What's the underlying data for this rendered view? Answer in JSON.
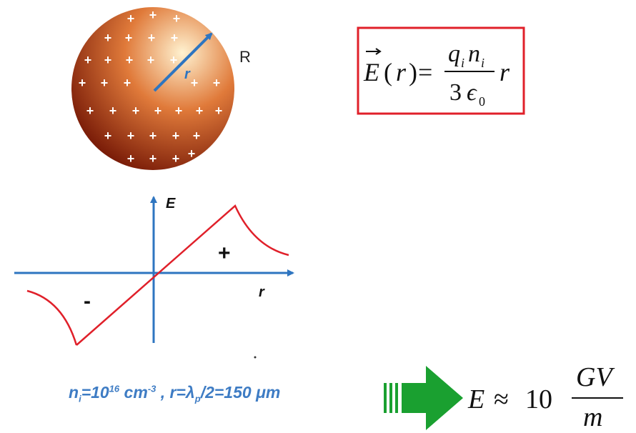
{
  "sphere": {
    "radius_label": "R",
    "radial_label": "r",
    "charge_symbol": "+",
    "gradient": {
      "highlight": "#fff2d0",
      "mid": "#e07a3a",
      "dark": "#7a1c08"
    },
    "arrow_color": "#2e75c0"
  },
  "formula": {
    "lhs": "E",
    "lhs_arg": "r",
    "numerator_q": "q",
    "numerator_q_sub": "i",
    "numerator_n": "n",
    "numerator_n_sub": "i",
    "denominator": "3",
    "epsilon": "ϵ",
    "epsilon_sub": "0",
    "trailing": "r",
    "border_color": "#e0202a"
  },
  "graph": {
    "y_axis_label": "E",
    "x_axis_label": "r",
    "positive_label": "+",
    "negative_label": "-",
    "axis_color": "#2e75c0",
    "curve_color": "#e0202a"
  },
  "conditions": {
    "n_symbol": "n",
    "n_sub": "i",
    "n_eq": "=10",
    "n_exp": "16",
    "n_unit": " cm",
    "n_unit_exp": "-3",
    "r_part": " , r=λ",
    "r_sub": "p",
    "r_rest": "/2=150 μm"
  },
  "arrow": {
    "color": "#1aa030"
  },
  "result": {
    "lhs": "E",
    "approx": "≈",
    "value": "10",
    "numerator": "GV",
    "denominator": "m"
  }
}
